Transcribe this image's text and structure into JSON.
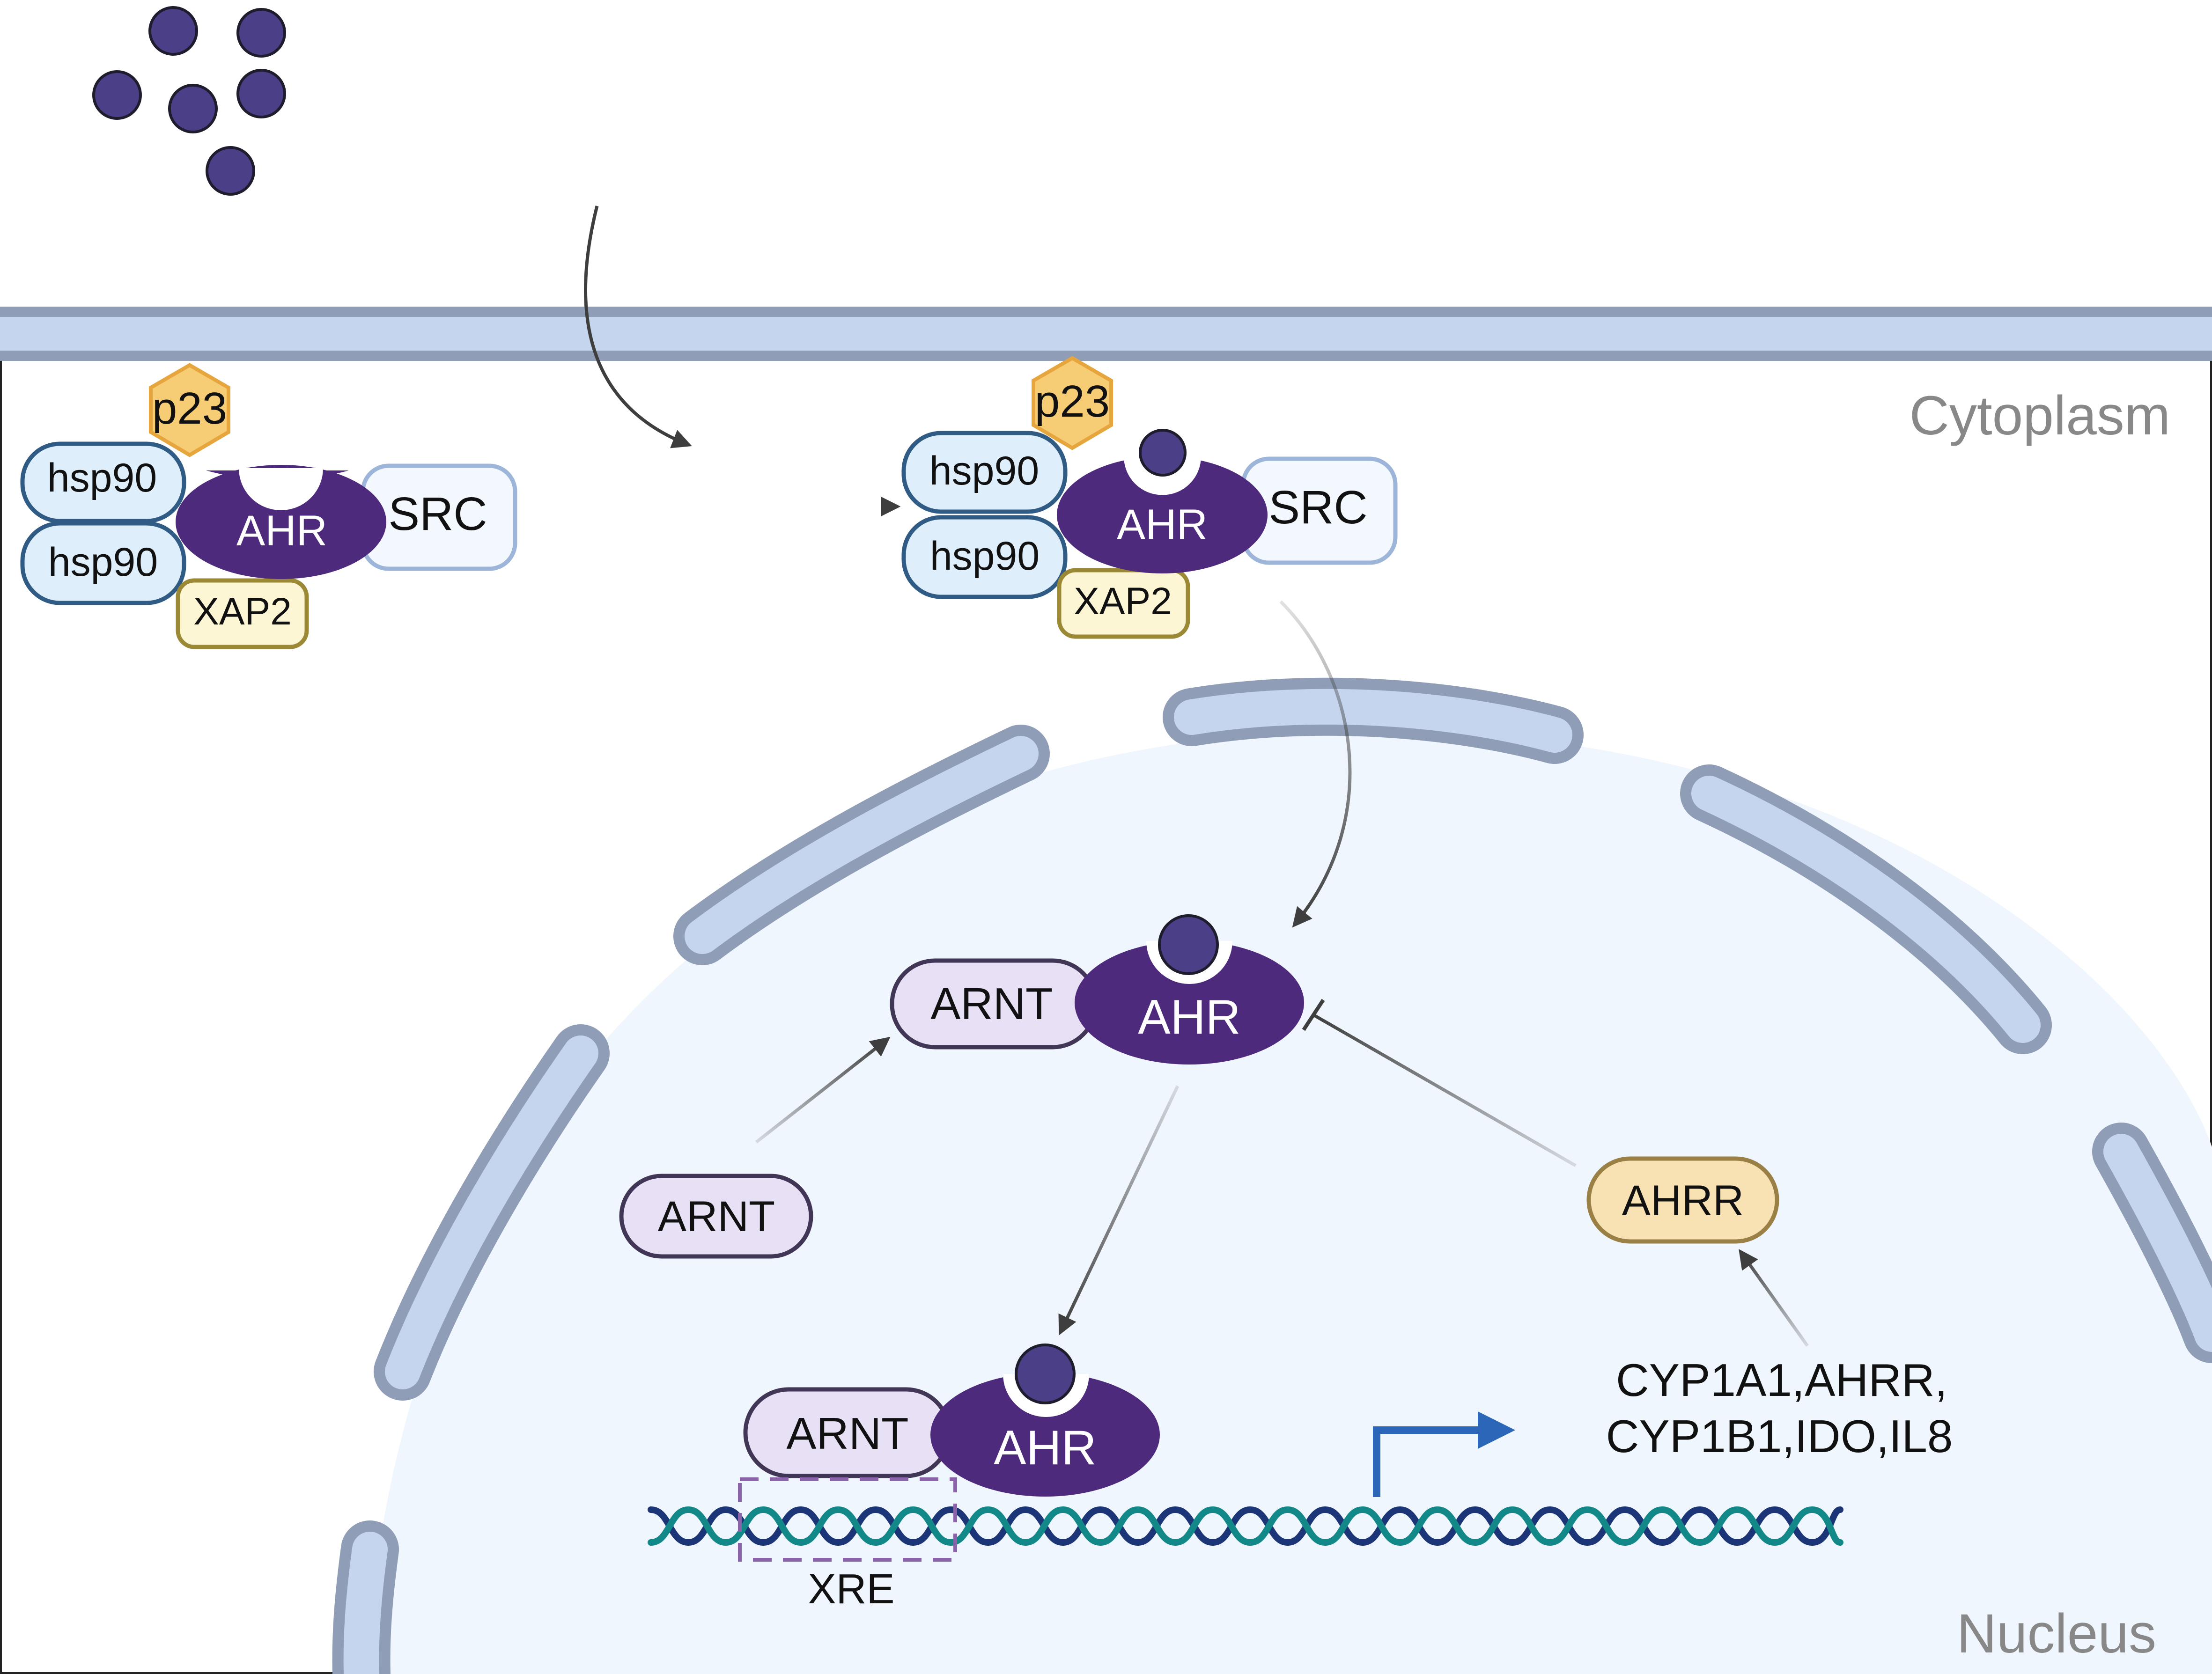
{
  "regions": {
    "cytoplasm": "Cytoplasm",
    "nucleus": "Nucleus"
  },
  "colors": {
    "ahr": "#4e2a7c",
    "ligand": "#4b3f88",
    "hsp90_fill": "#deeefb",
    "hsp90_stroke": "#2f5b85",
    "p23_fill": "#f6cd74",
    "p23_stroke": "#e6a63d",
    "xap2_fill": "#fcf6d5",
    "xap2_stroke": "#9b8935",
    "src_fill": "#f2f8fd",
    "src_stroke": "#9db5d8",
    "arnt_fill": "#e8e1f6",
    "arnt_stroke": "#413656",
    "ahrr_fill": "#f8e2b4",
    "ahrr_stroke": "#9b8045",
    "membrane_fill": "#c5d5ee",
    "membrane_stroke": "#8f9eb6",
    "nucleus_fill": "#f0f6fd",
    "dna_strand_a": "#1c3577",
    "dna_strand_b": "#138889",
    "transcription_arrow": "#2c66b9",
    "region_label": "#888888"
  },
  "complex_cytoplasm_inactive": {
    "ahr": "AHR",
    "hsp90_top": "hsp90",
    "hsp90_bottom": "hsp90",
    "p23": "p23",
    "xap2": "XAP2",
    "src": "SRC"
  },
  "complex_cytoplasm_bound": {
    "ahr": "AHR",
    "hsp90_top": "hsp90",
    "hsp90_bottom": "hsp90",
    "p23": "p23",
    "xap2": "XAP2",
    "src": "SRC"
  },
  "nucleus_complex": {
    "arnt": "ARNT",
    "ahr": "AHR"
  },
  "free_arnt": "ARNT",
  "dna_complex": {
    "arnt": "ARNT",
    "ahr": "AHR",
    "xre": "XRE"
  },
  "ahrr": "AHRR",
  "target_genes": {
    "line1": "CYP1A1,AHRR,",
    "line2": "CYP1B1,IDO,IL8"
  }
}
